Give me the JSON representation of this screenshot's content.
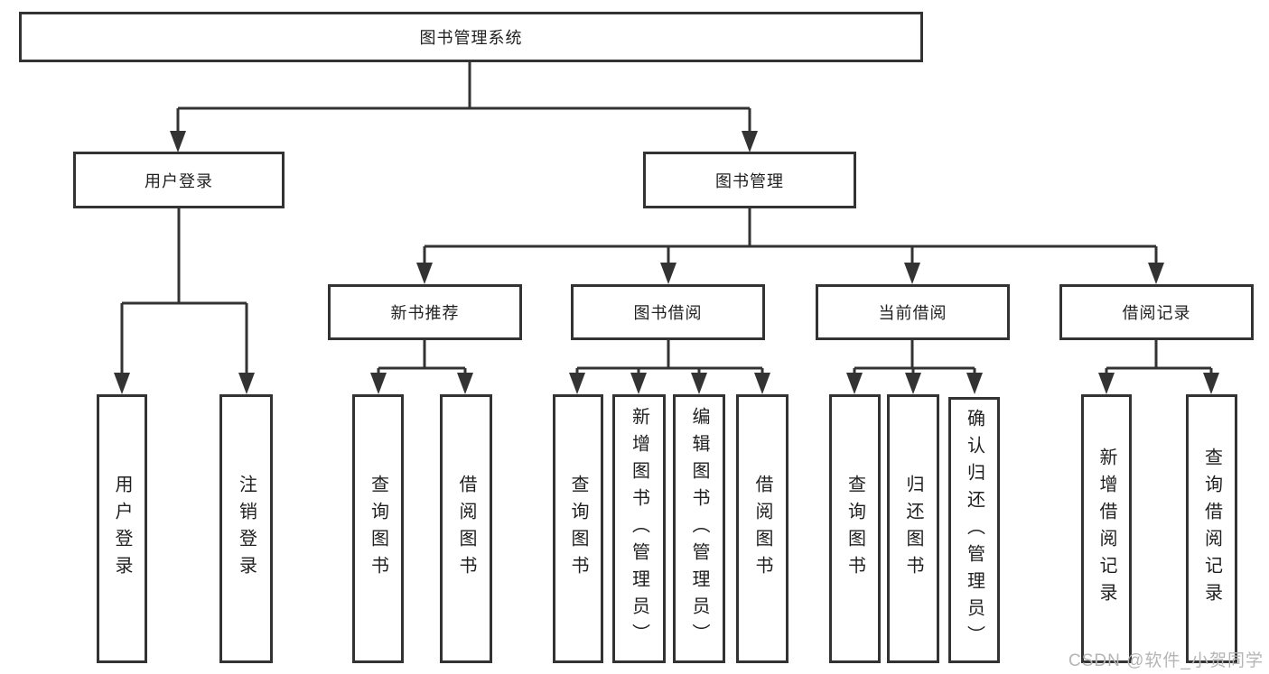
{
  "tree": {
    "label": "图书管理系统",
    "children": [
      {
        "label": "用户登录",
        "children": [
          {
            "label": "用户登录"
          },
          {
            "label": "注销登录"
          }
        ]
      },
      {
        "label": "图书管理",
        "children": [
          {
            "label": "新书推荐",
            "children": [
              {
                "label": "查询图书"
              },
              {
                "label": "借阅图书"
              }
            ]
          },
          {
            "label": "图书借阅",
            "children": [
              {
                "label": "查询图书"
              },
              {
                "label": "新增图书（管理员）"
              },
              {
                "label": "编辑图书（管理员）"
              },
              {
                "label": "借阅图书"
              }
            ]
          },
          {
            "label": "当前借阅",
            "children": [
              {
                "label": "查询图书"
              },
              {
                "label": "归还图书"
              },
              {
                "label": "确认归还（管理员）"
              }
            ]
          },
          {
            "label": "借阅记录",
            "children": [
              {
                "label": "新增借阅记录"
              },
              {
                "label": "查询借阅记录"
              }
            ]
          }
        ]
      }
    ]
  },
  "watermark": {
    "text": "CSDN @软件_小贺同学"
  },
  "colors": {
    "line": "#333333",
    "text": "#1f1f1f",
    "watermark": "#b5b5b5",
    "background": "#ffffff"
  }
}
